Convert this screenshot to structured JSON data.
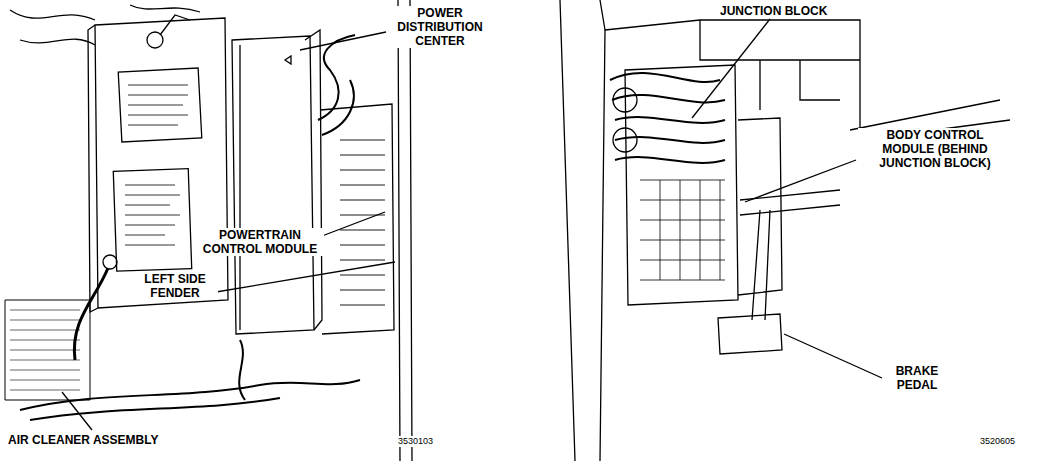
{
  "diagram": {
    "labels": [
      "POWER DISTRIBUTION CENTER",
      "POWERTRAIN CONTROL MODULE",
      "LEFT SIDE FENDER",
      "AIR CLEANER ASSEMBLY",
      "3530103",
      "JUNCTION BLOCK",
      "BODY CONTROL MODULE (BEHIND JUNCTION BLOCK)",
      "BRAKE PEDAL",
      "3520605"
    ]
  }
}
